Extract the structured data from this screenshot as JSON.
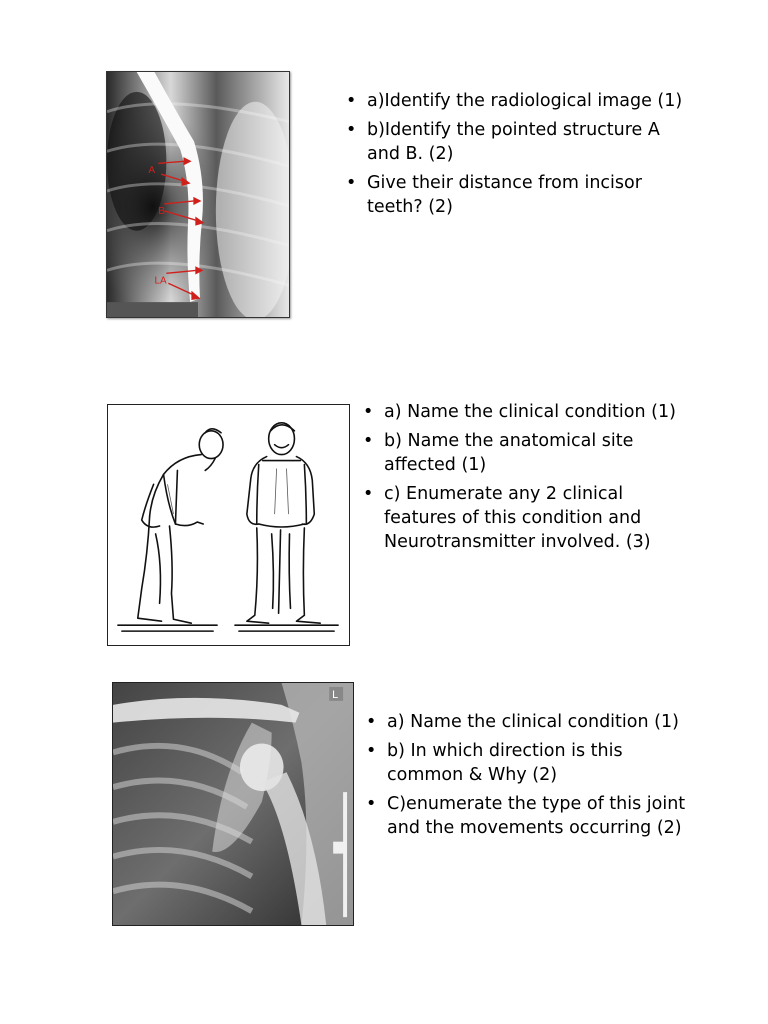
{
  "sections": [
    {
      "image": {
        "alt_icon": "barium-swallow-xray-image",
        "labels": {
          "a": "A",
          "b": "B",
          "la": "LA"
        },
        "arrow_color": "#d0201c"
      },
      "questions": [
        "a)Identify the radiological image (1)",
        "b)Identify the pointed structure A and B. (2)",
        "Give their distance from incisor teeth? (2)"
      ]
    },
    {
      "image": {
        "alt_icon": "parkinsonian-posture-illustration"
      },
      "questions": [
        "a) Name the clinical condition (1)",
        "b) Name the anatomical site affected (1)",
        "c) Enumerate any 2 clinical features of this condition and Neurotransmitter involved. (3)"
      ]
    },
    {
      "image": {
        "alt_icon": "shoulder-xray-image",
        "marker": "L"
      },
      "questions": [
        "a) Name the clinical condition (1)",
        "b) In which direction is this common & Why (2)",
        "C)enumerate the type of this joint and the movements occurring (2)"
      ]
    }
  ],
  "bullet": "•"
}
